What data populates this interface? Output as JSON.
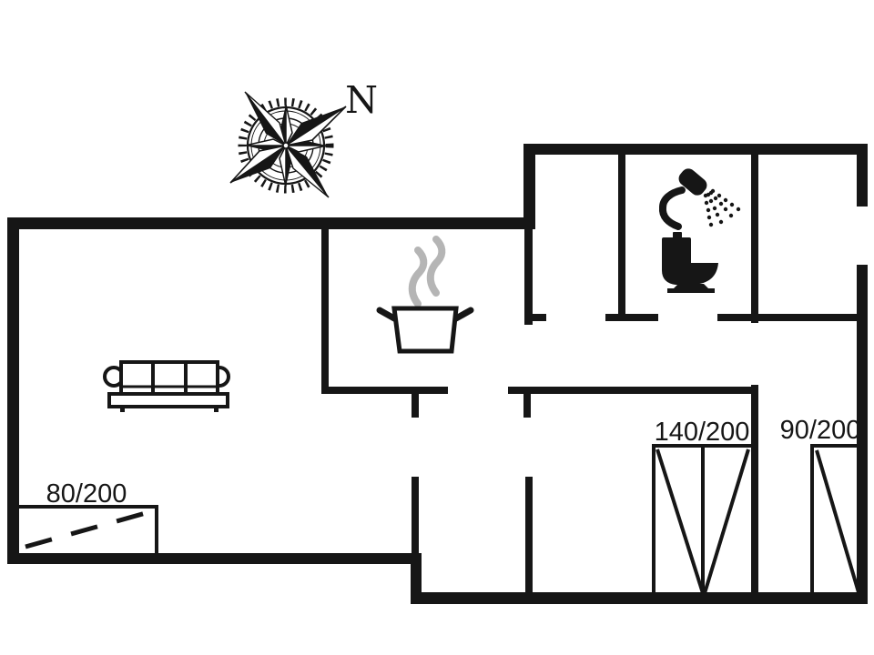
{
  "colors": {
    "wall": "#161616",
    "background": "#ffffff",
    "steam": "#b5b5b5"
  },
  "compass": {
    "north_label": "N"
  },
  "beds": {
    "bunk": {
      "label": "80/200"
    },
    "double": {
      "label": "140/200"
    },
    "single": {
      "label": "90/200"
    }
  },
  "icons": {
    "compass": "compass-rose-icon",
    "sofa": "sofa-icon",
    "cooking_pot": "pot-steam-icon",
    "shower": "shower-icon",
    "toilet": "toilet-icon"
  }
}
